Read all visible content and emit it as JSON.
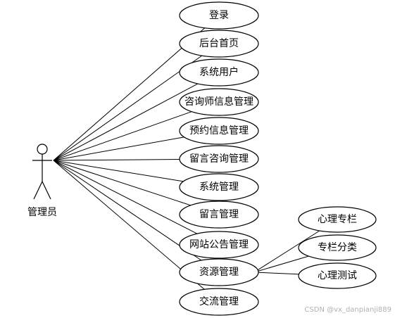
{
  "actor": {
    "label": "管理员"
  },
  "use_cases": [
    {
      "id": "uc1",
      "label": "登录"
    },
    {
      "id": "uc2",
      "label": "后台首页"
    },
    {
      "id": "uc3",
      "label": "系统用户"
    },
    {
      "id": "uc4",
      "label": "咨询师信息管理"
    },
    {
      "id": "uc5",
      "label": "预约信息管理"
    },
    {
      "id": "uc6",
      "label": "留言咨询管理"
    },
    {
      "id": "uc7",
      "label": "系统管理"
    },
    {
      "id": "uc8",
      "label": "留言管理"
    },
    {
      "id": "uc9",
      "label": "网站公告管理"
    },
    {
      "id": "uc10",
      "label": "资源管理"
    },
    {
      "id": "uc11",
      "label": "交流管理"
    }
  ],
  "sub_use_cases": [
    {
      "id": "sub1",
      "label": "心理专栏"
    },
    {
      "id": "sub2",
      "label": "专栏分类"
    },
    {
      "id": "sub3",
      "label": "心理测试"
    }
  ],
  "watermark": "CSDN @vx_danpianji889",
  "colors": {
    "stroke": "#000000",
    "fill": "#ffffff",
    "text": "#000000"
  }
}
